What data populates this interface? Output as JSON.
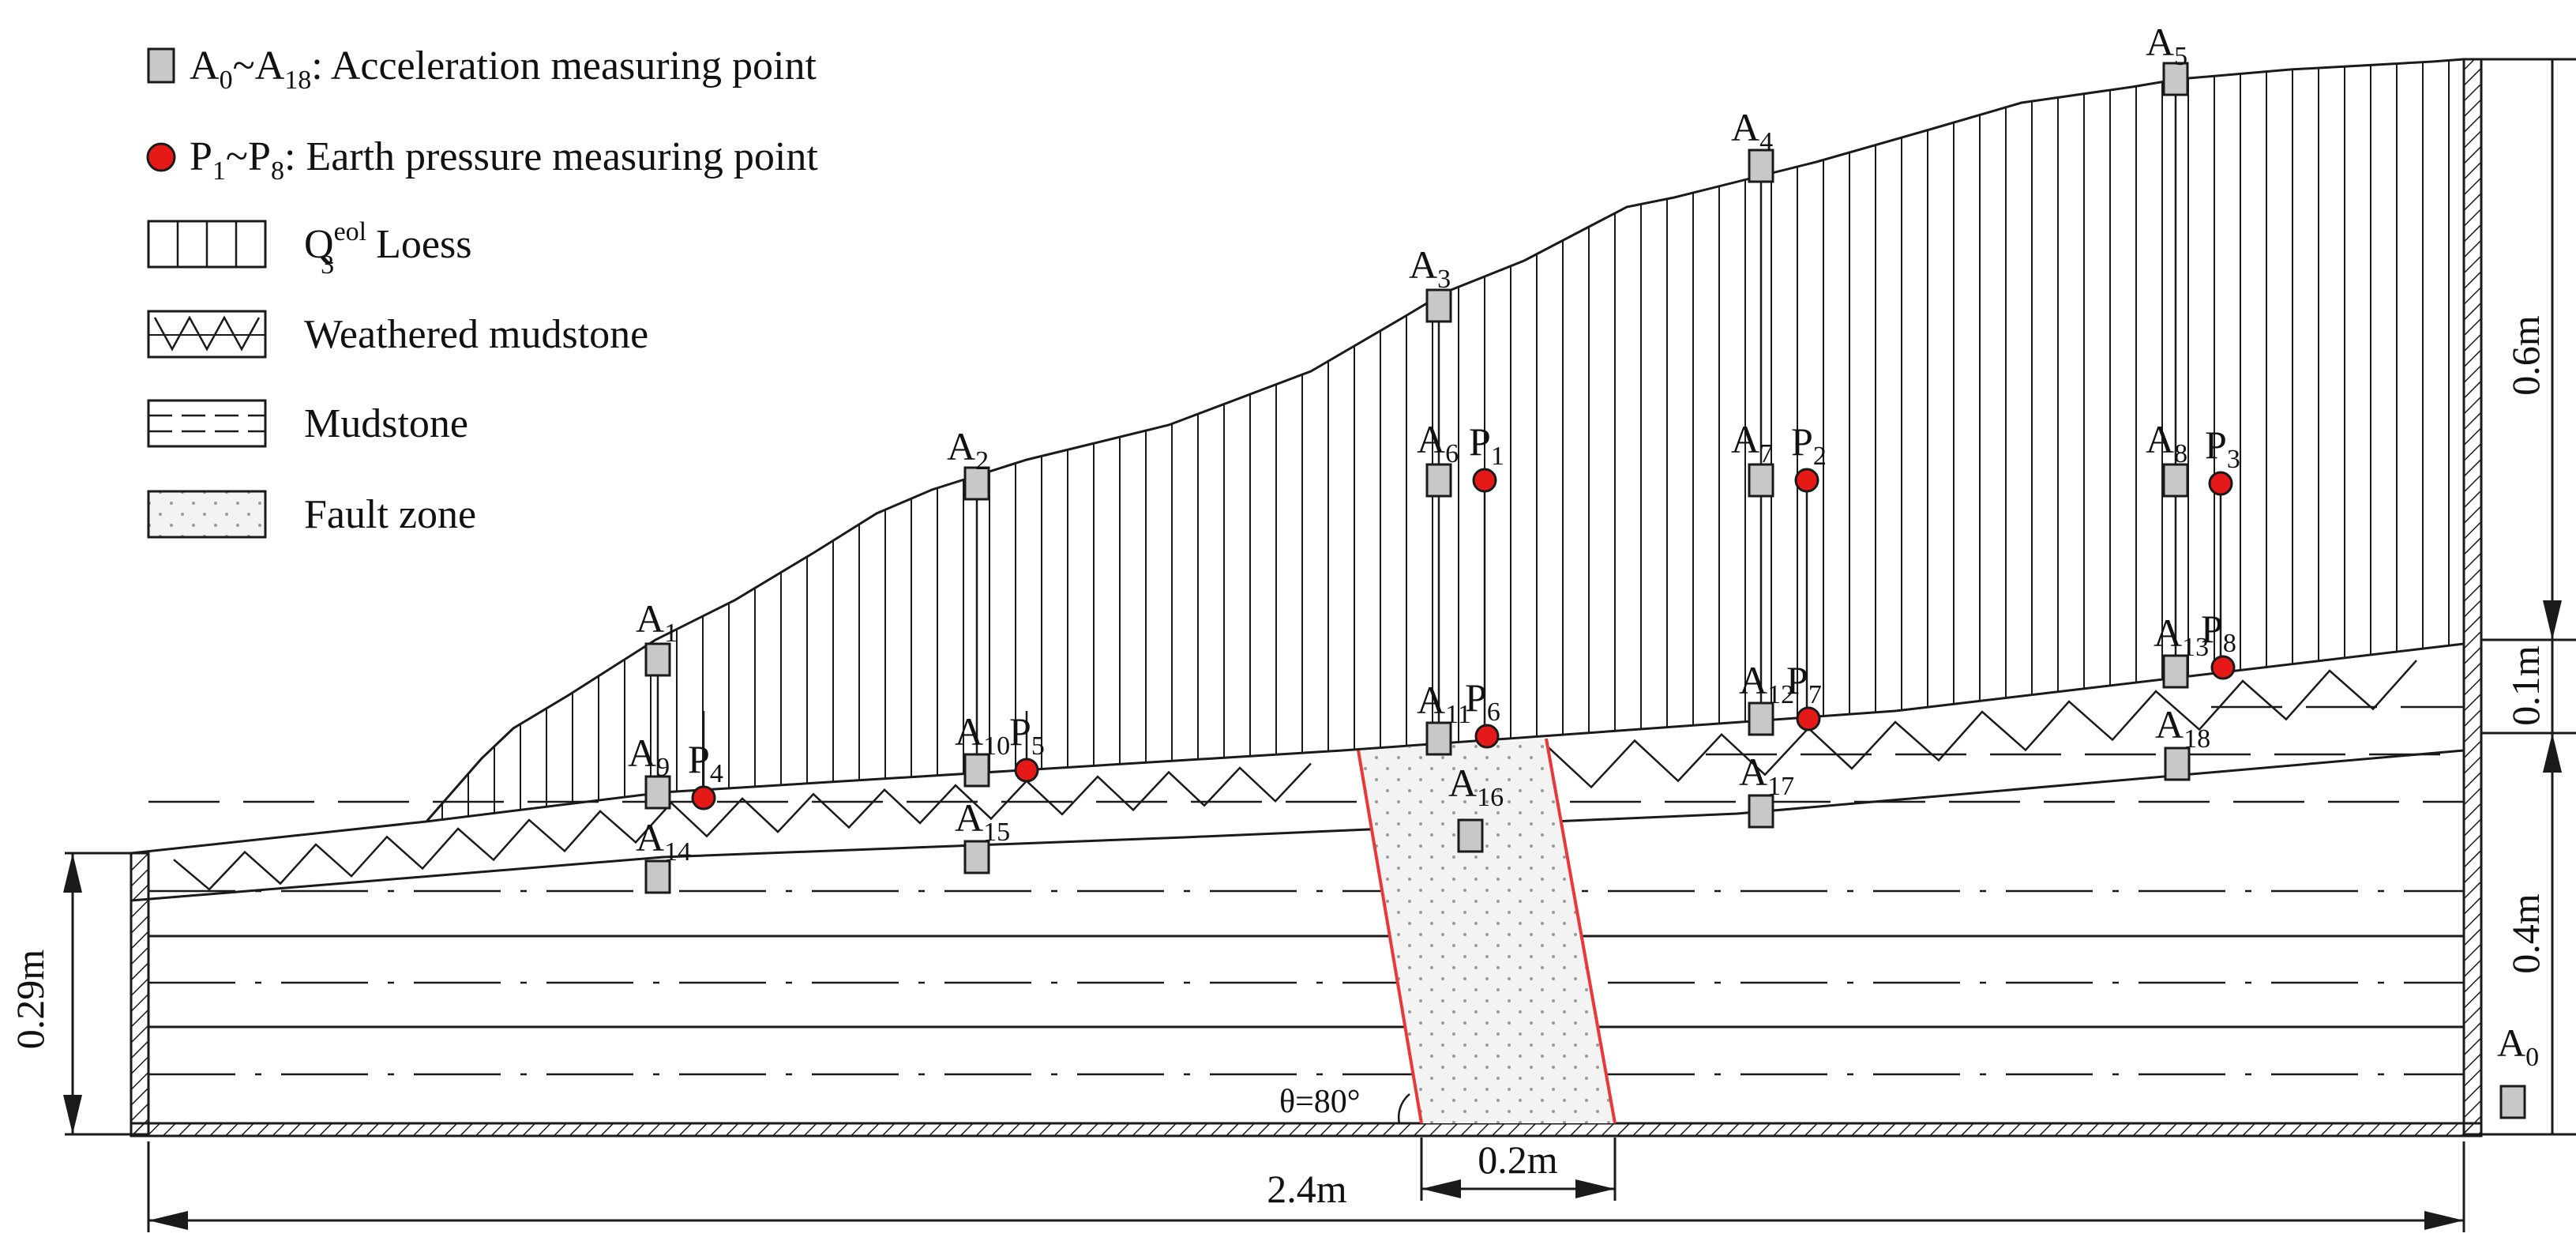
{
  "legend": [
    {
      "symbol": "gauge-square",
      "prefix": "A",
      "sub1": "0",
      "sep": "~A",
      "sub2": "18",
      "text": ": Acceleration measuring point"
    },
    {
      "symbol": "pressure-circle",
      "prefix": "P",
      "sub1": "1",
      "sep": "~P",
      "sub2": "8",
      "text": ": Earth pressure measuring point"
    },
    {
      "symbol": "loess-hatch",
      "main": "Q",
      "sup": "eol",
      "sub": "3",
      "text": " Loess"
    },
    {
      "symbol": "weathered-hatch",
      "text": "Weathered mudstone"
    },
    {
      "symbol": "mudstone-hatch",
      "text": "Mudstone"
    },
    {
      "symbol": "fault-hatch",
      "text": "Fault zone"
    }
  ],
  "accel_points": [
    {
      "main": "A",
      "sub": "0"
    },
    {
      "main": "A",
      "sub": "1"
    },
    {
      "main": "A",
      "sub": "2"
    },
    {
      "main": "A",
      "sub": "3"
    },
    {
      "main": "A",
      "sub": "4"
    },
    {
      "main": "A",
      "sub": "5"
    },
    {
      "main": "A",
      "sub": "6"
    },
    {
      "main": "A",
      "sub": "7"
    },
    {
      "main": "A",
      "sub": "8"
    },
    {
      "main": "A",
      "sub": "9"
    },
    {
      "main": "A",
      "sub": "10"
    },
    {
      "main": "A",
      "sub": "11"
    },
    {
      "main": "A",
      "sub": "12"
    },
    {
      "main": "A",
      "sub": "13"
    },
    {
      "main": "A",
      "sub": "14"
    },
    {
      "main": "A",
      "sub": "15"
    },
    {
      "main": "A",
      "sub": "16"
    },
    {
      "main": "A",
      "sub": "17"
    },
    {
      "main": "A",
      "sub": "18"
    }
  ],
  "pressure_points": [
    {
      "main": "P",
      "sub": "1"
    },
    {
      "main": "P",
      "sub": "2"
    },
    {
      "main": "P",
      "sub": "3"
    },
    {
      "main": "P",
      "sub": "4"
    },
    {
      "main": "P",
      "sub": "5"
    },
    {
      "main": "P",
      "sub": "6"
    },
    {
      "main": "P",
      "sub": "7"
    },
    {
      "main": "P",
      "sub": "8"
    }
  ],
  "dimensions": {
    "total_length": "2.4m",
    "fault_width": "0.2m",
    "left_height": "0.29m",
    "right_top": "0.6m",
    "right_mid": "0.1m",
    "right_bottom": "0.4m",
    "fault_angle": "θ=80°"
  },
  "colors": {
    "line": "#1a1a1a",
    "gauge_fill": "#c8c8c8",
    "pressure_fill": "#e61919",
    "fault_line": "#e8383a",
    "fault_fill": "#f3f3f3",
    "dots": "#9a9a9a"
  }
}
